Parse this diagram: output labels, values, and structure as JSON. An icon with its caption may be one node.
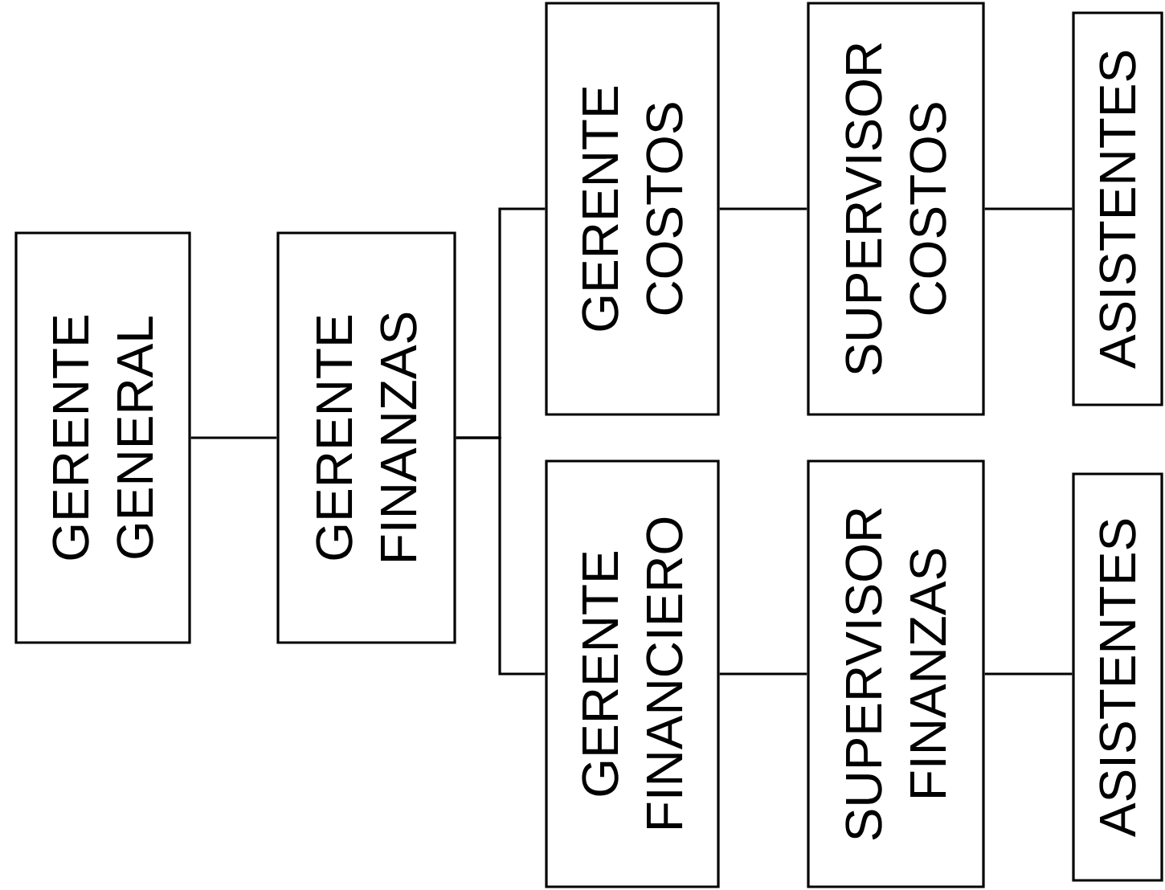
{
  "diagram": {
    "nodes": [
      {
        "text": [
          "GERENTE GENERAL"
        ]
      },
      {
        "text": [
          "GERENTE FINANZAS"
        ]
      },
      {
        "text": [
          "GERENTE COSTOS"
        ]
      },
      {
        "text": [
          "GERENTE FINANCIERO"
        ]
      },
      {
        "text": [
          "SUPERVISOR COSTOS"
        ]
      },
      {
        "text": [
          "SUPERVISOR FINANZAS"
        ]
      },
      {
        "text": [
          "ASISTENTES"
        ]
      },
      {
        "text": [
          "ASISTENTES"
        ]
      }
    ],
    "edges": [
      {
        "from": 0,
        "to": 1,
        "arrow": "none"
      },
      {
        "from": 1,
        "to": 2,
        "arrow": "none"
      },
      {
        "from": 1,
        "to": 3,
        "arrow": "none"
      },
      {
        "from": 2,
        "to": 4,
        "arrow": "none"
      },
      {
        "from": 4,
        "to": 6,
        "arrow": "none"
      },
      {
        "from": 3,
        "to": 5,
        "arrow": "none"
      },
      {
        "from": 5,
        "to": 7,
        "arrow": "none"
      }
    ]
  }
}
